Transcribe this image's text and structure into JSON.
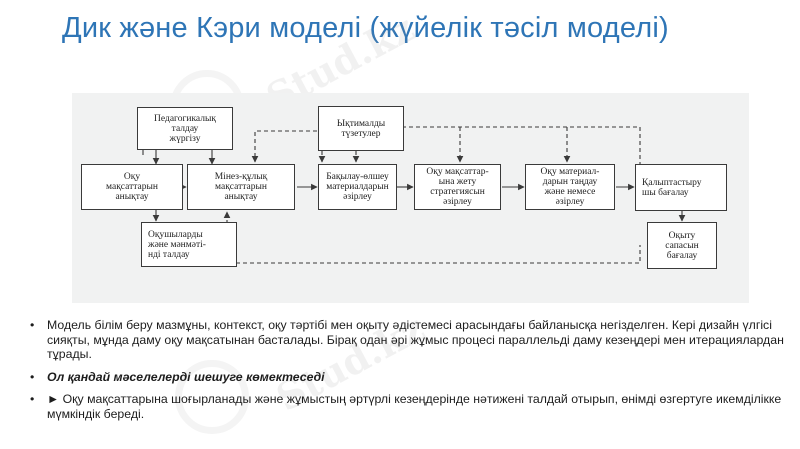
{
  "slide": {
    "title": "Дик және Кэри моделі (жүйелік тәсіл моделі)",
    "watermark": "Stud.kz"
  },
  "diagram": {
    "boxes": {
      "pedagogical_analysis": "Педагогикалық\nталдау\nжүргізу",
      "probable_correction": "Ықтималды\nтүзетулер",
      "identify_goals": "Оқу\nмақсаттарын\nанықтау",
      "identify_behavior_goals": "Мінез-құлық\nмақсаттарын\nанықтау",
      "assessment_materials": "Бақылау-өлшеу\nматериалдарын\nәзірлеу",
      "strategy_dev": "Оқу мақсаттар-\nына жету\nстратегиясын\nәзірлеу",
      "materials_select": "Оқу материал-\nдарын таңдау\nжәне немесе\nәзірлеу",
      "formative_eval": "Қалыптастыру\nшы бағалау",
      "learner_analysis": "Оқушыларды\nжәне мәнмәті-\nнді талдау",
      "learning_quality": "Оқыту\nсапасын\nбағалау"
    }
  },
  "bullets": [
    {
      "text": "Модель білім беру мазмұны, контекст, оқу тәртібі мен оқыту әдістемесі арасындағы байланысқа негізделген. Кері дизайн үлгісі сияқты, мұнда даму оқу мақсатынан басталады. Бірақ одан әрі жұмыс процесі параллельді даму кезеңдері мен итерациялардан тұрады.",
      "bullet": "•"
    },
    {
      "text": "Ол қандай мәселелерді шешуге көмектеседі",
      "bullet": "•"
    },
    {
      "text": "► Оқу мақсаттарына шоғырланады және жұмыстың әртүрлі кезеңдерінде нәтижені талдай отырып, өнімді өзгертуге икемділікке мүмкіндік береді.",
      "bullet": "•"
    }
  ]
}
